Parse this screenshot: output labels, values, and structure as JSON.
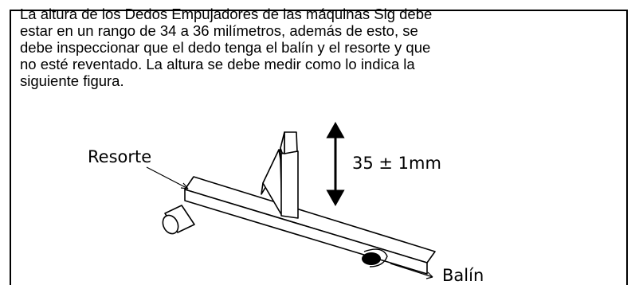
{
  "document": {
    "lines": [
      "La altura de los Dedos Empujadores de las máquinas Sig debe",
      "estar en un rango de 34 a 36 milímetros, además de esto, se",
      "debe inspeccionar que el dedo tenga el balín y el resorte y que",
      "no esté reventado. La altura se debe medir como lo indica la",
      "siguiente figura."
    ]
  },
  "figure": {
    "label_spring": "Resorte",
    "label_height": "35 ± 1mm",
    "label_ball": "Balín"
  }
}
